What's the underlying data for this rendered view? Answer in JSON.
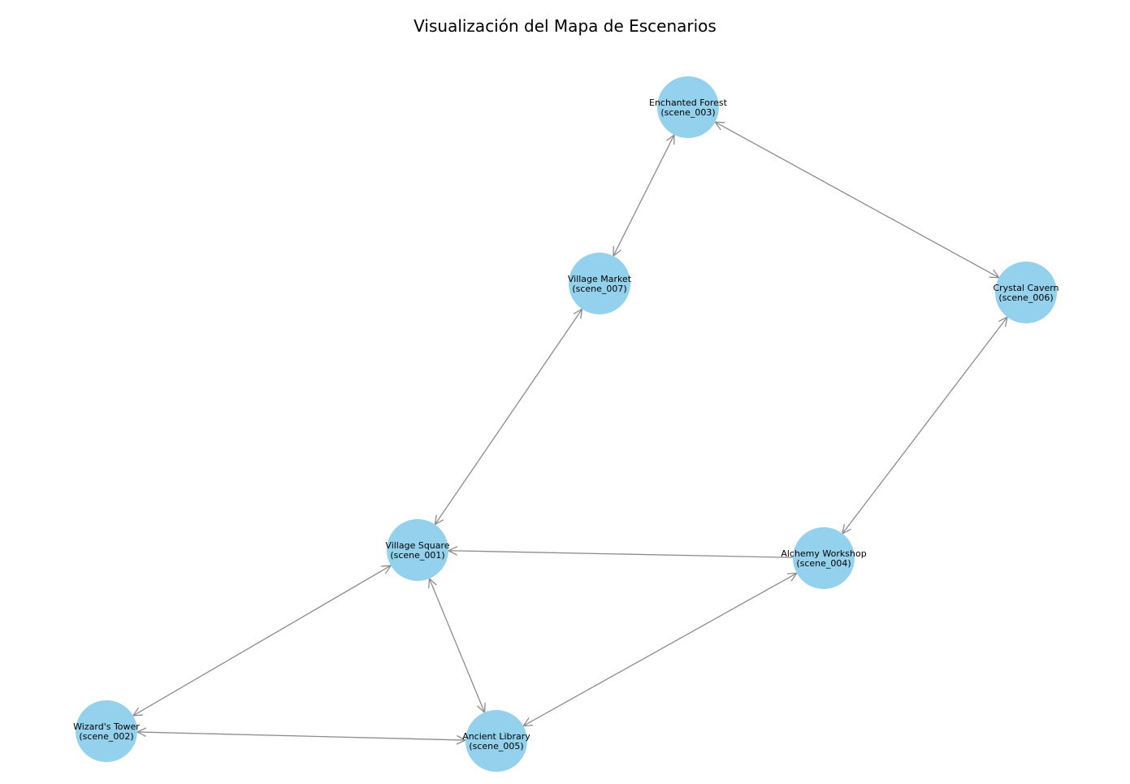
{
  "title": "Visualización del Mapa de Escenarios",
  "colors": {
    "node": "#93d1ec",
    "edge": "#8c8c8c",
    "text": "#000000"
  },
  "nodes": [
    {
      "id": "scene_001",
      "name": "Village Square",
      "label": "(scene_001)"
    },
    {
      "id": "scene_002",
      "name": "Wizard's Tower",
      "label": "(scene_002)"
    },
    {
      "id": "scene_003",
      "name": "Enchanted Forest",
      "label": "(scene_003)"
    },
    {
      "id": "scene_004",
      "name": "Alchemy Workshop",
      "label": "(scene_004)"
    },
    {
      "id": "scene_005",
      "name": "Ancient Library",
      "label": "(scene_005)"
    },
    {
      "id": "scene_006",
      "name": "Crystal Cavern",
      "label": "(scene_006)"
    },
    {
      "id": "scene_007",
      "name": "Village Market",
      "label": "(scene_007)"
    }
  ],
  "edges": [
    {
      "from": "scene_001",
      "to": "scene_007",
      "direction": "both"
    },
    {
      "from": "scene_007",
      "to": "scene_003",
      "direction": "both"
    },
    {
      "from": "scene_003",
      "to": "scene_006",
      "direction": "both"
    },
    {
      "from": "scene_006",
      "to": "scene_004",
      "direction": "both"
    },
    {
      "from": "scene_004",
      "to": "scene_001",
      "direction": "forward"
    },
    {
      "from": "scene_001",
      "to": "scene_002",
      "direction": "both"
    },
    {
      "from": "scene_001",
      "to": "scene_005",
      "direction": "both"
    },
    {
      "from": "scene_002",
      "to": "scene_005",
      "direction": "both"
    },
    {
      "from": "scene_005",
      "to": "scene_004",
      "direction": "both"
    }
  ]
}
